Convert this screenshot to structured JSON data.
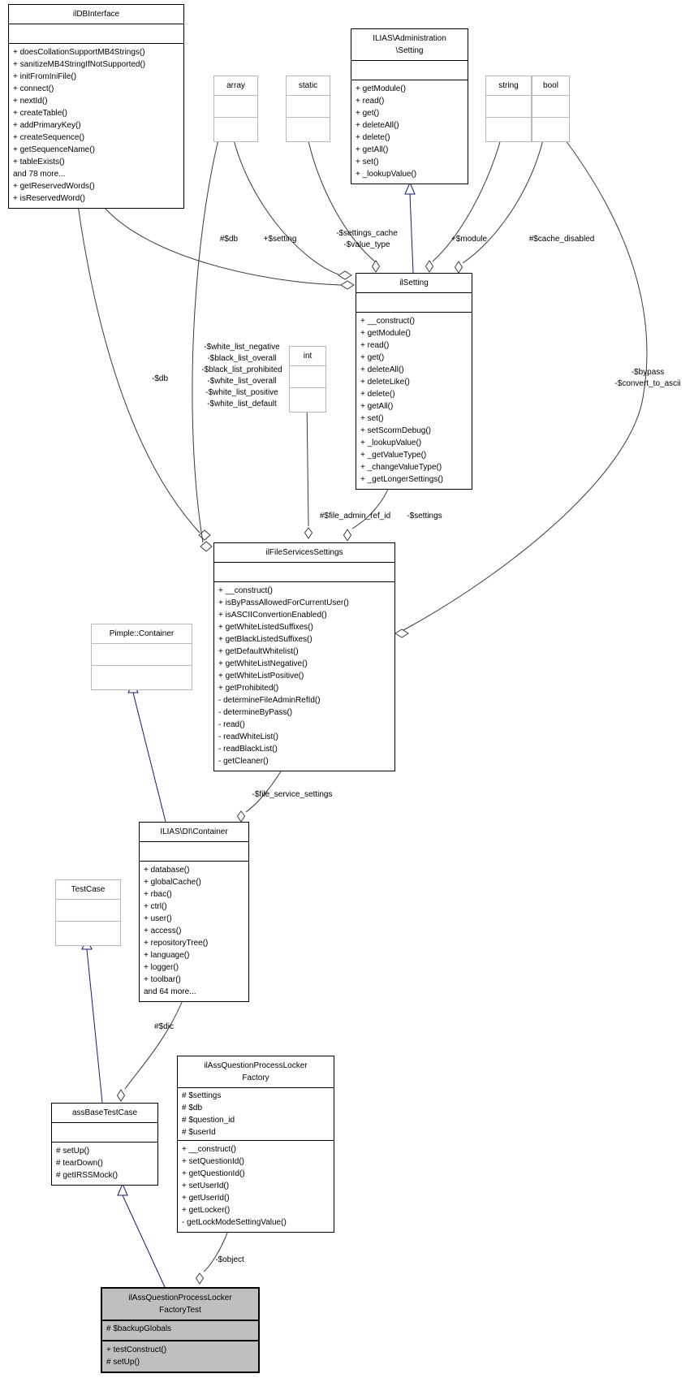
{
  "diagram_type": "uml-collaboration-diagram",
  "colors": {
    "background": "#ffffff",
    "node_border": "#000000",
    "type_node_border": "#b9b9b9",
    "highlight_fill": "#bfbfbf",
    "association_edge": "#3a3a3a",
    "inheritance_edge": "#191970"
  },
  "classes": {
    "ildbinterface": {
      "title_lines": [
        "ilDBInterface"
      ],
      "attributes": [],
      "methods": [
        "+ doesCollationSupportMB4Strings()",
        "+ sanitizeMB4StringIfNotSupported()",
        "+ initFromIniFile()",
        "+ connect()",
        "+ nextId()",
        "+ createTable()",
        "+ addPrimaryKey()",
        "+ createSequence()",
        "+ getSequenceName()",
        "+ tableExists()",
        "and 78 more...",
        "+ getReservedWords()",
        "+ isReservedWord()"
      ]
    },
    "admin_setting": {
      "title_lines": [
        "ILIAS\\Administration",
        "\\Setting"
      ],
      "attributes": [],
      "methods": [
        "+ getModule()",
        "+ read()",
        "+ get()",
        "+ deleteAll()",
        "+ delete()",
        "+ getAll()",
        "+ set()",
        "+ _lookupValue()"
      ]
    },
    "array_type": {
      "title_lines": [
        "array"
      ],
      "attributes": [],
      "methods": []
    },
    "static_type": {
      "title_lines": [
        "static"
      ],
      "attributes": [],
      "methods": []
    },
    "string_type": {
      "title_lines": [
        "string"
      ],
      "attributes": [],
      "methods": []
    },
    "bool_type": {
      "title_lines": [
        "bool"
      ],
      "attributes": [],
      "methods": []
    },
    "int_type": {
      "title_lines": [
        "int"
      ],
      "attributes": [],
      "methods": []
    },
    "ilsetting": {
      "title_lines": [
        "ilSetting"
      ],
      "attributes": [],
      "methods": [
        "+ __construct()",
        "+ getModule()",
        "+ read()",
        "+ get()",
        "+ deleteAll()",
        "+ deleteLike()",
        "+ delete()",
        "+ getAll()",
        "+ set()",
        "+ setScormDebug()",
        "+ _lookupValue()",
        "+ _getValueType()",
        "+ _changeValueType()",
        "+ _getLongerSettings()"
      ]
    },
    "ilfileservicessettings": {
      "title_lines": [
        "ilFileServicesSettings"
      ],
      "attributes": [],
      "methods": [
        "+ __construct()",
        "+ isByPassAllowedForCurrentUser()",
        "+ isASCIIConvertionEnabled()",
        "+ getWhiteListedSuffixes()",
        "+ getBlackListedSuffixes()",
        "+ getDefaultWhitelist()",
        "+ getWhiteListNegative()",
        "+ getWhiteListPositive()",
        "+ getProhibited()",
        "- determineFileAdminRefId()",
        "- determineByPass()",
        "- read()",
        "- readWhiteList()",
        "- readBlackList()",
        "- getCleaner()"
      ]
    },
    "pimple_container": {
      "title_lines": [
        "Pimple::Container"
      ],
      "attributes": [],
      "methods": []
    },
    "di_container": {
      "title_lines": [
        "ILIAS\\DI\\Container"
      ],
      "attributes": [],
      "methods": [
        "+ database()",
        "+ globalCache()",
        "+ rbac()",
        "+ ctrl()",
        "+ user()",
        "+ access()",
        "+ repositoryTree()",
        "+ language()",
        "+ logger()",
        "+ toolbar()",
        "and 64 more..."
      ]
    },
    "testcase": {
      "title_lines": [
        "TestCase"
      ],
      "attributes": [],
      "methods": []
    },
    "assbasetestcase": {
      "title_lines": [
        "assBaseTestCase"
      ],
      "attributes": [],
      "methods": [
        "# setUp()",
        "# tearDown()",
        "# getIRSSMock()"
      ]
    },
    "locker_factory": {
      "title_lines": [
        "ilAssQuestionProcessLocker",
        "Factory"
      ],
      "attributes": [
        "# $settings",
        "# $db",
        "# $question_id",
        "# $userId"
      ],
      "methods": [
        "+ __construct()",
        "+ setQuestionId()",
        "+ getQuestionId()",
        "+ setUserId()",
        "+ getUserId()",
        "+ getLocker()",
        "- getLockModeSettingValue()"
      ]
    },
    "locker_factory_test": {
      "title_lines": [
        "ilAssQuestionProcessLocker",
        "FactoryTest"
      ],
      "attributes": [
        "# $backupGlobals"
      ],
      "methods": [
        "+ testConstruct()",
        "# setUp()"
      ]
    }
  },
  "edge_labels": {
    "db_setting": [
      "#$db"
    ],
    "setting": [
      "+$setting"
    ],
    "settings_cache": [
      "-$settings_cache",
      "-$value_type"
    ],
    "module": [
      "+$module"
    ],
    "cache_disabled": [
      "#$cache_disabled"
    ],
    "db_fileservices": [
      "-$db"
    ],
    "white_lists": [
      "-$white_list_negative",
      "-$black_list_overall",
      "-$black_list_prohibited",
      "-$white_list_overall",
      "-$white_list_positive",
      "-$white_list_default"
    ],
    "file_admin_ref_id": [
      "#$file_admin_ref_id"
    ],
    "settings": [
      "-$settings"
    ],
    "bypass": [
      "-$bypass",
      "-$convert_to_ascii"
    ],
    "file_service_settings": [
      "-$file_service_settings"
    ],
    "dic": [
      "#$dic"
    ],
    "object": [
      "-$object"
    ]
  }
}
